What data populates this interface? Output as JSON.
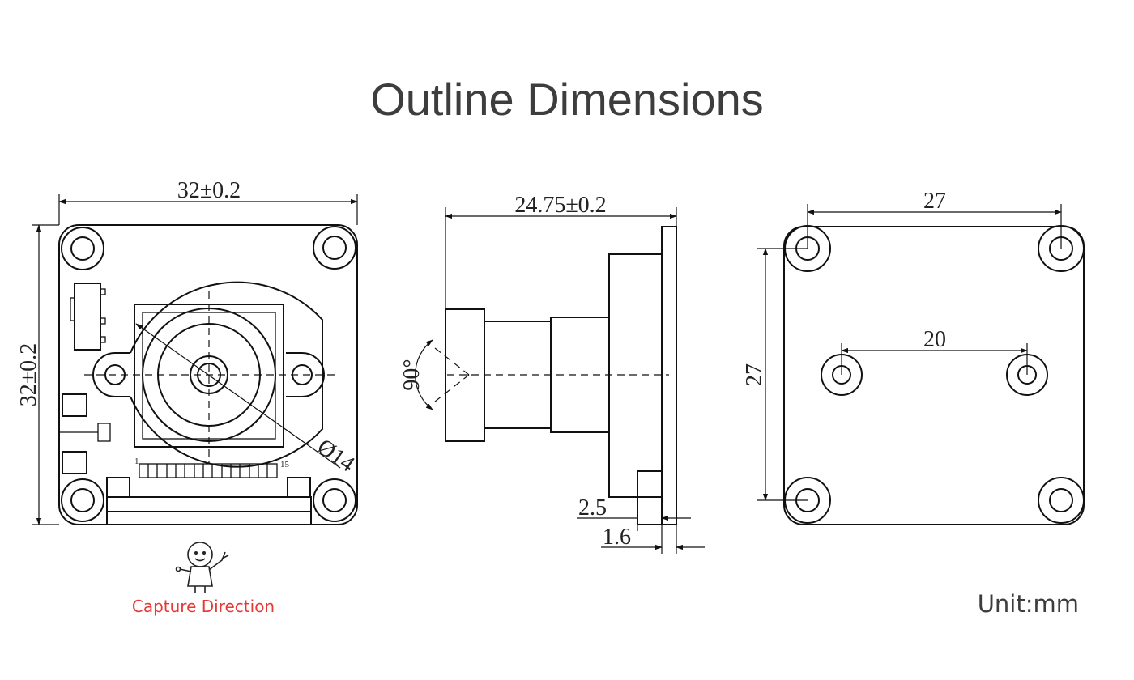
{
  "title": "Outline Dimensions",
  "front_view": {
    "width_label": "32±0.2",
    "height_label": "32±0.2",
    "lens_diameter_label": "Ø14",
    "pin_first": "1",
    "pin_last": "15"
  },
  "side_view": {
    "length_label": "24.75±0.2",
    "angle_label": "90°",
    "pcb_offset_label": "2.5",
    "board_thickness_label": "1.6"
  },
  "back_view": {
    "hole_spacing_x_label": "27",
    "hole_spacing_y_label": "27",
    "inner_spacing_label": "20"
  },
  "capture_direction_label": "Capture Direction",
  "unit_label": "Unit:mm",
  "colors": {
    "capture_text": "#e53935",
    "line": "#111111",
    "title": "#3d3d3d"
  }
}
